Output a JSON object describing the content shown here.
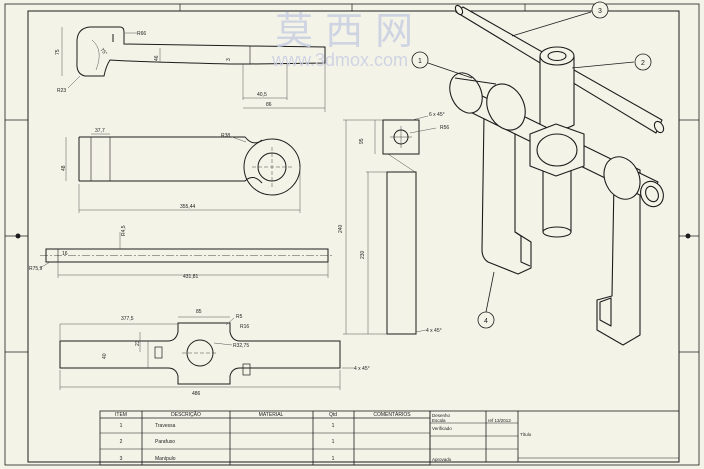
{
  "watermark": {
    "cn": "莫 西 网",
    "url": "www.3dmox.com"
  },
  "colors": {
    "paper": "#f4f3e8",
    "ink": "#1c1c1c",
    "dim": "#555555",
    "watermark": "#c9cfe3"
  },
  "balloons": [
    "1",
    "2",
    "3",
    "4"
  ],
  "dims": {
    "part_a": {
      "h": "75",
      "r_top": "R66",
      "ang": "75°",
      "r_bot": "R23",
      "w1": "46",
      "t": "3",
      "w2": "40,5",
      "w3": "86"
    },
    "part_b": {
      "w": "37,7",
      "h": "48",
      "r": "R38",
      "len": "355,44"
    },
    "part_c": {
      "r": "R75,9",
      "d1": "16",
      "d2": "R4,5",
      "len": "431,81"
    },
    "part_d": {
      "a": "377,5",
      "b": "85",
      "c": "R5",
      "d": "R16",
      "e": "R32,75",
      "h1": "40",
      "h2": "23",
      "len": "486",
      "ch": "4 x 45°"
    },
    "part_e": {
      "ch1": "6 x 45°",
      "r": "R56",
      "w": "95",
      "len": "240",
      "h": "230",
      "ch2": "4 x 45°"
    }
  },
  "bom": {
    "headers": [
      "ITEM",
      "DESCRIÇÃO",
      "MATERIAL",
      "Qtd",
      "COMENTÁRIOS"
    ],
    "rows": [
      [
        "1",
        "Travessa",
        "",
        "1",
        ""
      ],
      [
        "2",
        "Parafuso",
        "",
        "1",
        ""
      ],
      [
        "3",
        "Manípulo",
        "",
        "1",
        ""
      ]
    ]
  },
  "titleblock": {
    "l1": "Desenho",
    "l2": "Escala",
    "l3": "Verificado",
    "l4": "Aprovado",
    "date": "ref 13/2013",
    "field": "Título"
  }
}
